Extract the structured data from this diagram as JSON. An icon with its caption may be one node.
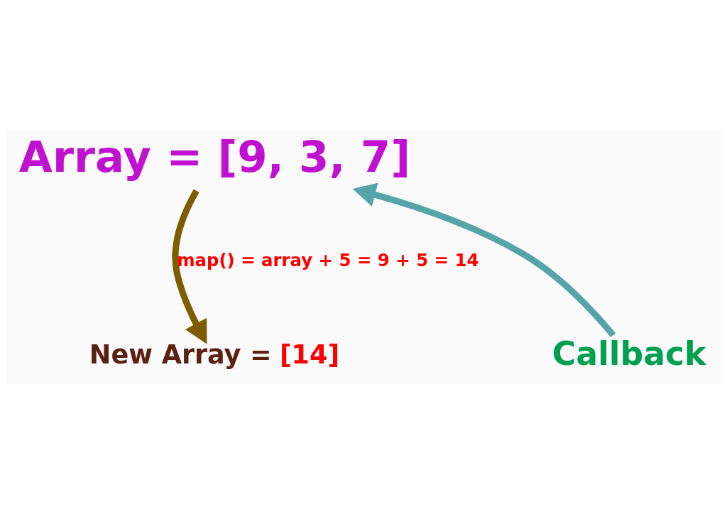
{
  "diagram": {
    "nodes": [
      {
        "text": [
          "Array = [9, 3, 7]"
        ]
      },
      {
        "text": [
          "Callback"
        ]
      },
      {
        "text": [
          "New Array =",
          "[14]"
        ]
      }
    ],
    "edges": [
      {
        "from": 1,
        "to": 0,
        "arrow": "to",
        "color": "#55a5a8"
      },
      {
        "from": 0,
        "to": 2,
        "arrow": "to",
        "color": "#7f5c00",
        "label": "map() = array + 5 = 9 + 5 = 14"
      }
    ]
  }
}
